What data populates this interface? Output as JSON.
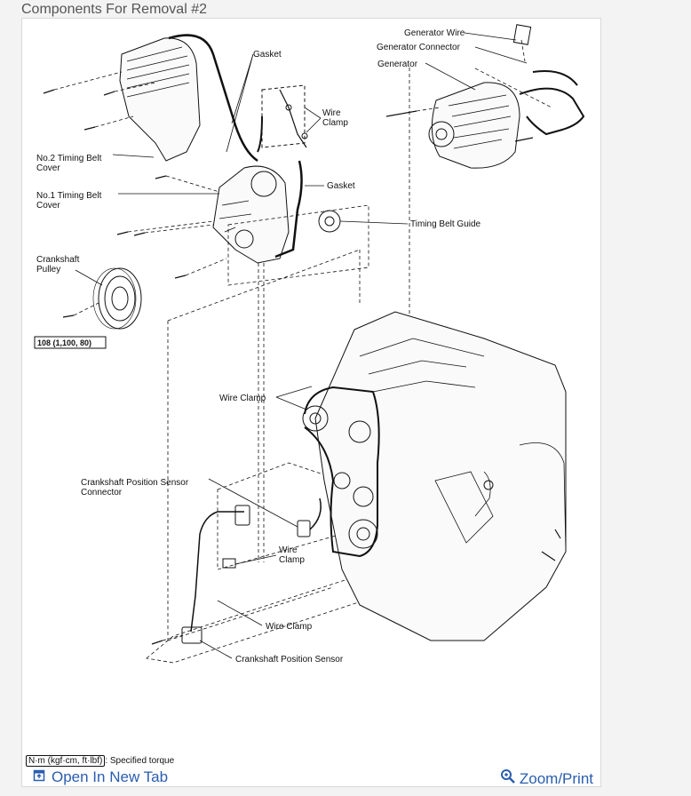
{
  "page": {
    "title": "Components For Removal #2"
  },
  "labels": {
    "gasket_top": "Gasket",
    "wire_clamp_top_1": "Wire",
    "wire_clamp_top_2": "Clamp",
    "no2_cover_1": "No.2 Timing Belt",
    "no2_cover_2": "Cover",
    "no1_cover_1": "No.1 Timing Belt",
    "no1_cover_2": "Cover",
    "gasket_mid": "Gasket",
    "crank_pulley_1": "Crankshaft",
    "crank_pulley_2": "Pulley",
    "torque_spec": "108 (1,100, 80)",
    "generator_wire": "Generator Wire",
    "generator_connector": "Generator Connector",
    "generator": "Generator",
    "timing_belt_guide": "Timing Belt Guide",
    "wire_clamp_mid": "Wire Clamp",
    "ckp_connector_1": "Crankshaft Position Sensor",
    "ckp_connector_2": "Connector",
    "wire_clamp_low_1": "Wire",
    "wire_clamp_low_2": "Clamp",
    "wire_clamp_bottom": "Wire Clamp",
    "ckp_sensor": "Crankshaft Position Sensor"
  },
  "footer": {
    "torque_unit": "N·m (kgf·cm, ft·lbf)",
    "torque_note": ": Specified torque",
    "open_tab_label": "Open In New Tab",
    "zoom_label": "Zoom/Print"
  },
  "colors": {
    "link": "#2a5db0",
    "line": "#111111"
  },
  "icons": {
    "open_tab": "open-new-tab-icon",
    "zoom": "magnifier-icon"
  }
}
